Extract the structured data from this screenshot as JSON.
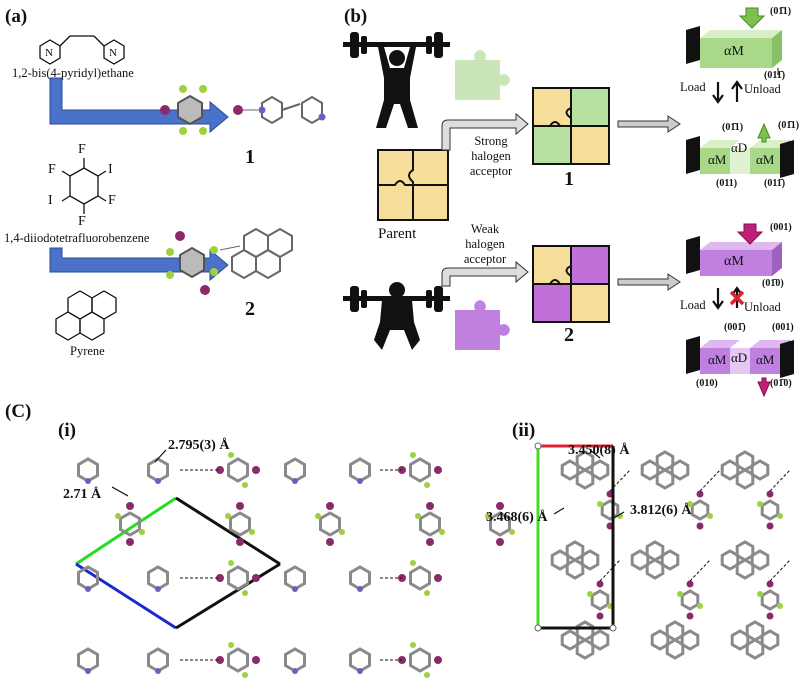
{
  "panels": {
    "a": "(a)",
    "b": "(b)",
    "c": "(C)",
    "ci": "(i)",
    "cii": "(ii)"
  },
  "panel_a": {
    "mol1_name": "1,2-bis(4-pyridyl)ethane",
    "mol2_name": "1,4-diiodotetrafluorobenzene",
    "mol3_name": "Pyrene",
    "product1": "1",
    "product2": "2",
    "atoms": {
      "F": "F",
      "I": "I",
      "N": "N"
    }
  },
  "panel_b": {
    "parent_label": "Parent",
    "strong_label": [
      "Strong",
      "halogen",
      "acceptor"
    ],
    "weak_label": [
      "Weak",
      "halogen",
      "acceptor"
    ],
    "product1": "1",
    "product2": "2",
    "load": "Load",
    "unload": "Unload",
    "phase_M": "αM",
    "phase_D": "αD",
    "green_top": {
      "face_top": "(01̄1)",
      "face_side": "(011̄)"
    },
    "green_bottom": {
      "t1": "(01̄1)",
      "t2": "(01̄1)",
      "b1": "(011)",
      "b2": "(011̄)"
    },
    "purple_top": {
      "face_top": "(001)",
      "face_side": "(01̄0)"
    },
    "purple_bottom": {
      "t1": "(001̄)",
      "t2": "(001)",
      "b1": "(010)",
      "b2": "(01̄0)"
    }
  },
  "panel_c": {
    "i": {
      "d1": "2.795(3) Å",
      "d2": "2.71 Å"
    },
    "ii": {
      "d1": "3.450(8) Å",
      "d2": "3.468(6) Å",
      "d3": "3.812(6) Å"
    }
  },
  "colors": {
    "green": "#9dd080",
    "purple": "#b070d0",
    "puzzle_yellow": "#f6dd9a",
    "arrow_blue": "#4a72c8",
    "red_cross": "#e02030",
    "magenta": "#c0207a"
  }
}
